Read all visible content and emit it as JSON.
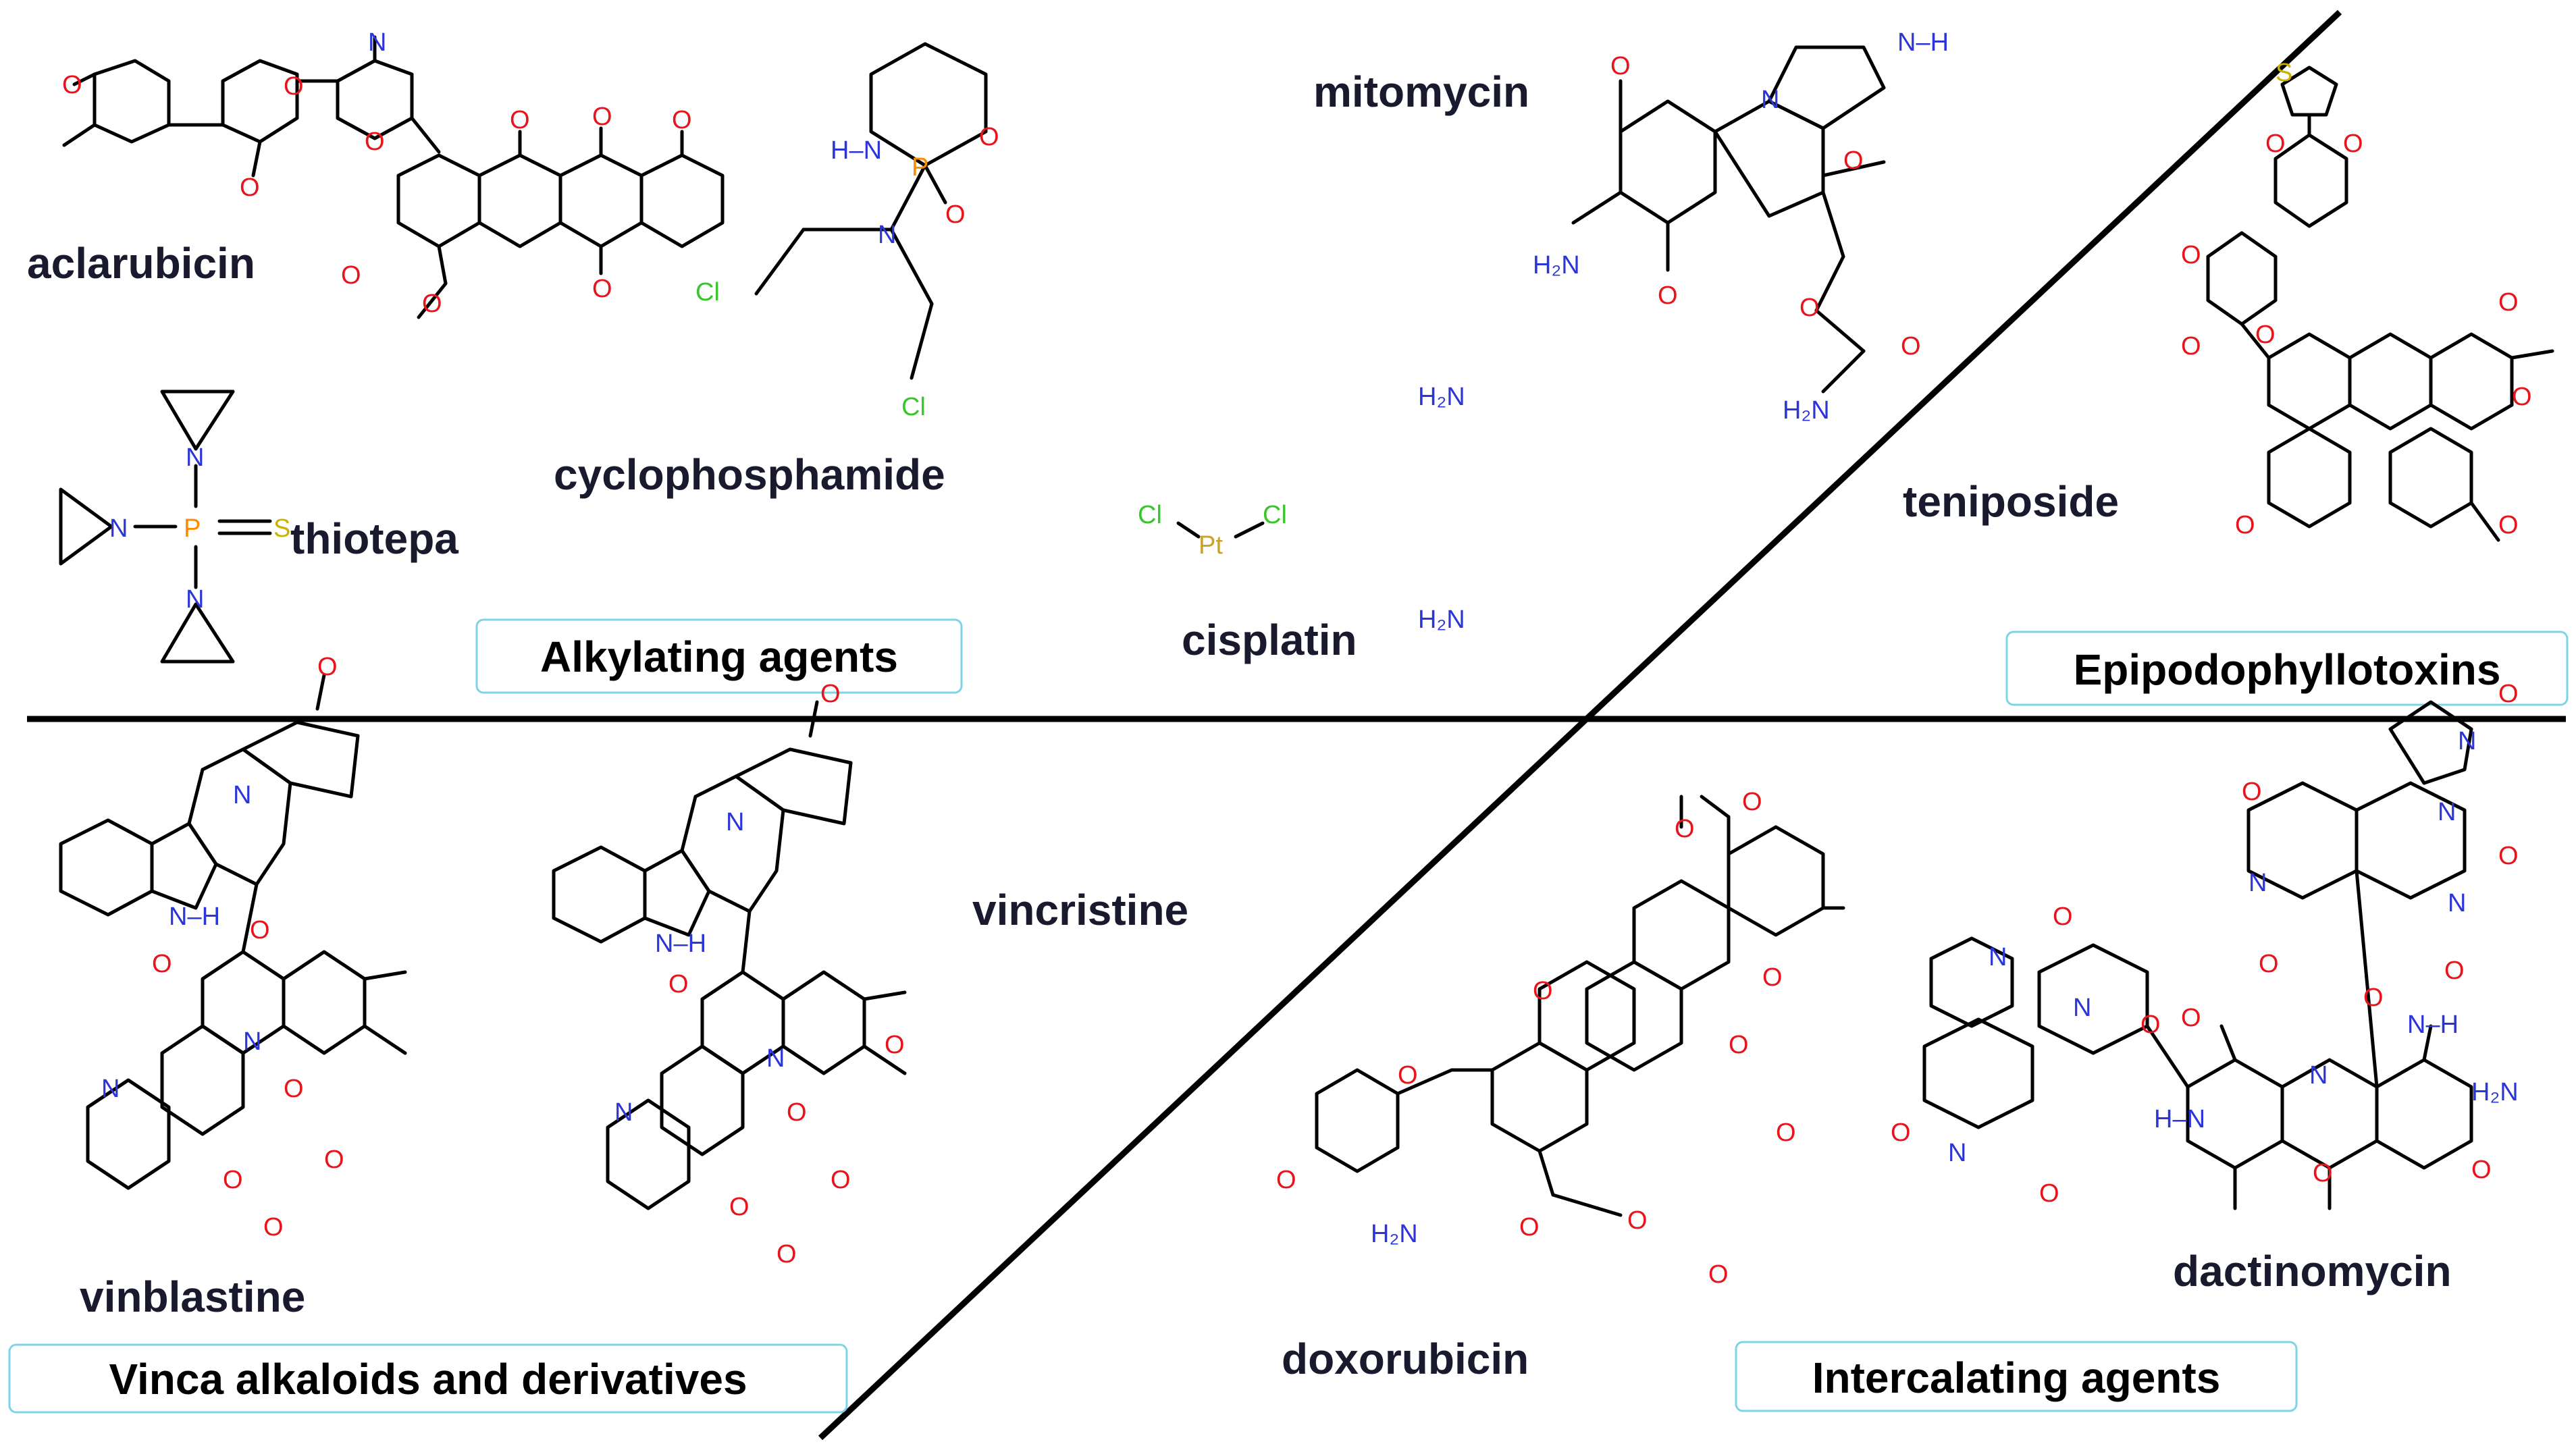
{
  "figure": {
    "categories": {
      "alkylating": "Alkylating agents",
      "epipodo": "Epipodophyllotoxins",
      "vinca": "Vinca alkaloids and derivatives",
      "intercalating": "Intercalating agents"
    },
    "drugs": {
      "aclarubicin": "aclarubicin",
      "cyclophosphamide": "cyclophosphamide",
      "thiotepa": "thiotepa",
      "mitomycin": "mitomycin",
      "cisplatin": "cisplatin",
      "teniposide": "teniposide",
      "vinblastine": "vinblastine",
      "vincristine": "vincristine",
      "doxorubicin": "doxorubicin",
      "dactinomycin": "dactinomycin"
    },
    "atoms": {
      "O": "O",
      "N": "N",
      "H": "H",
      "Cl": "Cl",
      "S": "S",
      "P": "P",
      "Pt": "Pt",
      "NH": "N–H",
      "HN": "H–N",
      "NH2": "H₂N"
    }
  }
}
